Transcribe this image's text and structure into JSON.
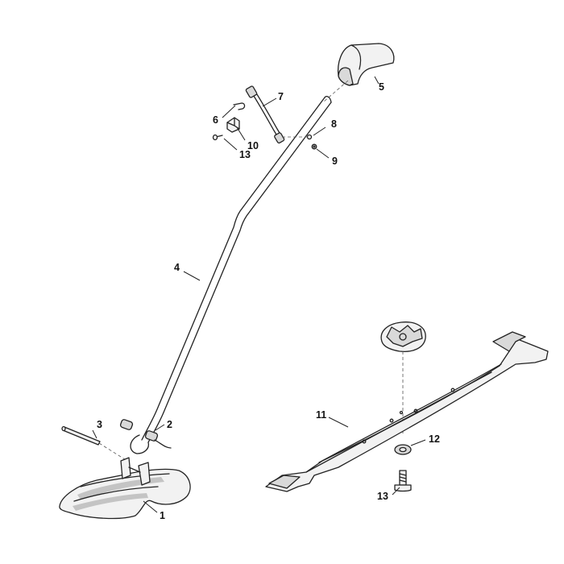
{
  "callouts": {
    "c1": "1",
    "c2": "2",
    "c3": "3",
    "c4": "4",
    "c5": "5",
    "c6": "6",
    "c7": "7",
    "c8": "8",
    "c9": "9",
    "c10": "10",
    "c11": "11",
    "c12": "12",
    "c13a": "13",
    "c13b": "13"
  }
}
